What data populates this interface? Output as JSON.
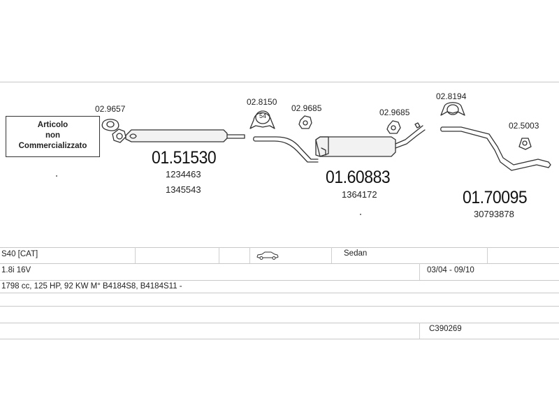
{
  "notice": {
    "line1": "Articolo",
    "line2": "non",
    "line3": "Commercializzato"
  },
  "parts": [
    {
      "code": "02.9657"
    },
    {
      "code": "01.51530",
      "oem1": "1234463",
      "oem2": "1345543"
    },
    {
      "code": "02.8150",
      "clamp_label": "54"
    },
    {
      "code": "02.9685"
    },
    {
      "code": "02.9685"
    },
    {
      "code": "01.60883",
      "oem1": "1364172"
    },
    {
      "code": "02.8194"
    },
    {
      "code": "02.5003"
    },
    {
      "code": "01.70095",
      "oem1": "30793878"
    }
  ],
  "vehicle": {
    "model": "S40  [CAT]",
    "body": "Sedan",
    "engine": "1.8i 16V",
    "years": "03/04 - 09/10",
    "details": "1798 cc, 125 HP, 92 KW M° B4184S8, B4184S11 -",
    "catalog_code": "C390269"
  },
  "icons": {
    "car": "sedan-car-icon"
  }
}
